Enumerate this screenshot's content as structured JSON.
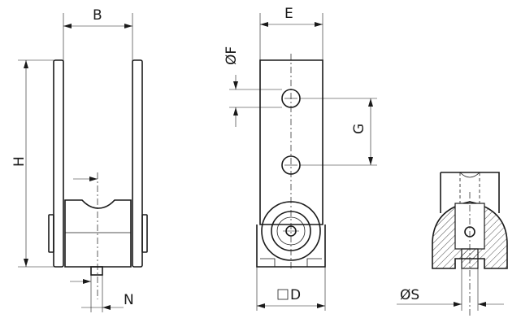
{
  "labels": {
    "B": "B",
    "E": "E",
    "F": "ØF",
    "G": "G",
    "H": "H",
    "N": "N",
    "D": "D",
    "S": "ØS"
  }
}
